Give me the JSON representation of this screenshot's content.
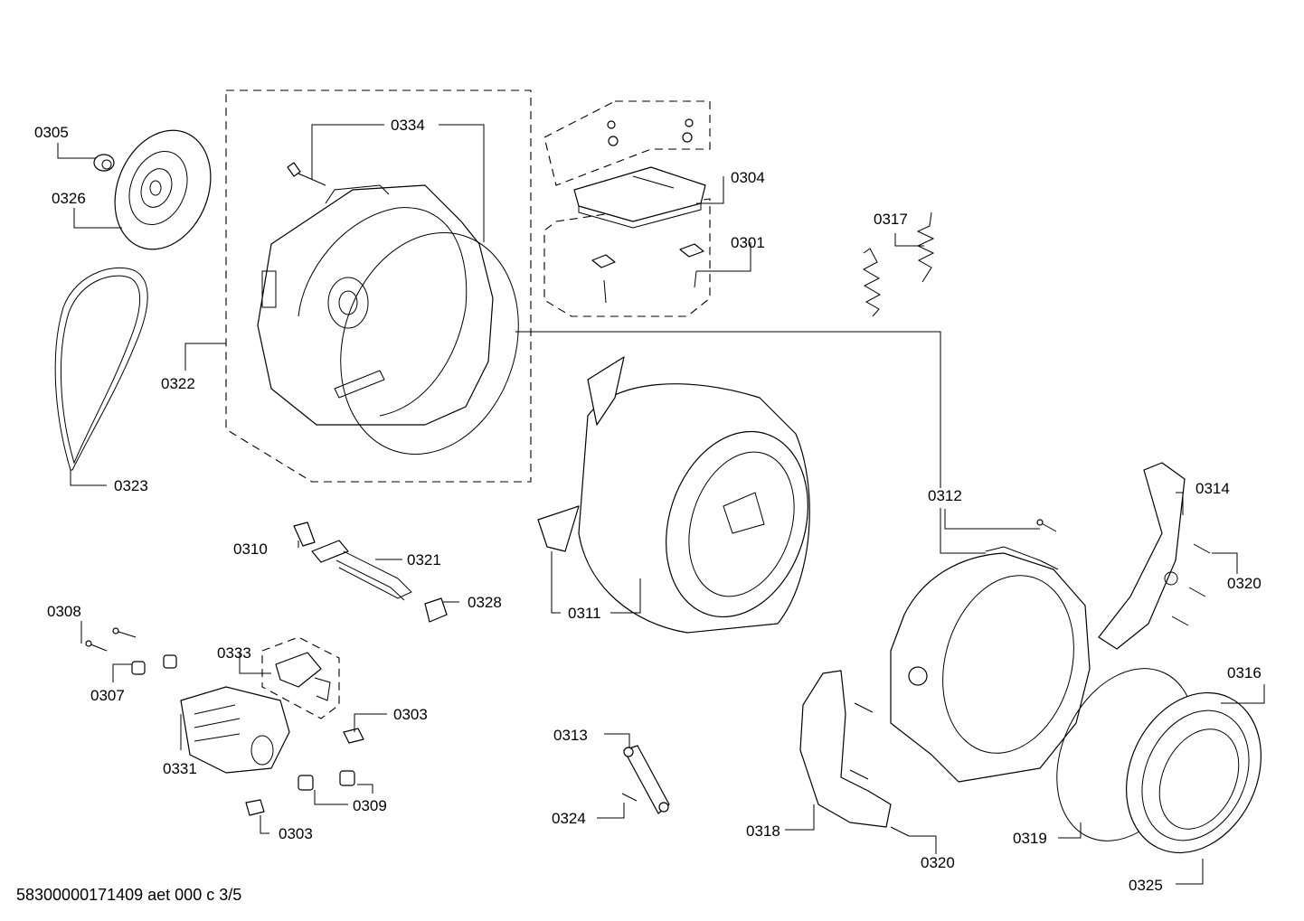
{
  "document_ref": "58300000171409 aet 000 c 3/5",
  "callouts": {
    "c0301": "0301",
    "c0303a": "0303",
    "c0303b": "0303",
    "c0304": "0304",
    "c0305": "0305",
    "c0307": "0307",
    "c0308": "0308",
    "c0309": "0309",
    "c0310": "0310",
    "c0311": "0311",
    "c0312": "0312",
    "c0313": "0313",
    "c0314": "0314",
    "c0316": "0316",
    "c0317": "0317",
    "c0318": "0318",
    "c0319": "0319",
    "c0320a": "0320",
    "c0320b": "0320",
    "c0321": "0321",
    "c0322": "0322",
    "c0323": "0323",
    "c0324": "0324",
    "c0325": "0325",
    "c0326": "0326",
    "c0328": "0328",
    "c0331": "0331",
    "c0333": "0333",
    "c0334": "0334"
  }
}
